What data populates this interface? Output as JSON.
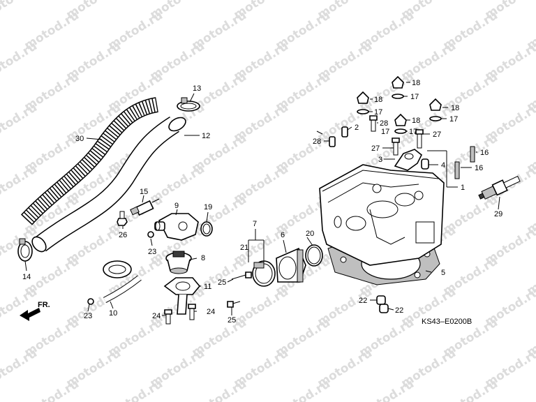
{
  "watermark_text": "motod.ru",
  "diagram_code": "KS43–E0200B",
  "direction_label": "FR.",
  "callouts": {
    "c1": "1",
    "c2": "2",
    "c3": "3",
    "c4": "4",
    "c5": "5",
    "c6": "6",
    "c7": "7",
    "c8": "8",
    "c9": "9",
    "c10": "10",
    "c11": "11",
    "c12": "12",
    "c13": "13",
    "c14": "14",
    "c15": "15",
    "c16a": "16",
    "c16b": "16",
    "c17a": "17",
    "c17b": "17",
    "c17c": "17",
    "c17d": "17",
    "c17e": "17",
    "c18a": "18",
    "c18b": "18",
    "c18c": "18",
    "c18d": "18",
    "c19": "19",
    "c20": "20",
    "c21": "21",
    "c22a": "22",
    "c22b": "22",
    "c23a": "23",
    "c23b": "23",
    "c24": "24",
    "c25a": "25",
    "c25b": "25",
    "c26": "26",
    "c27a": "27",
    "c27b": "27",
    "c28a": "28",
    "c28b": "28",
    "c29": "29",
    "c30": "30"
  }
}
